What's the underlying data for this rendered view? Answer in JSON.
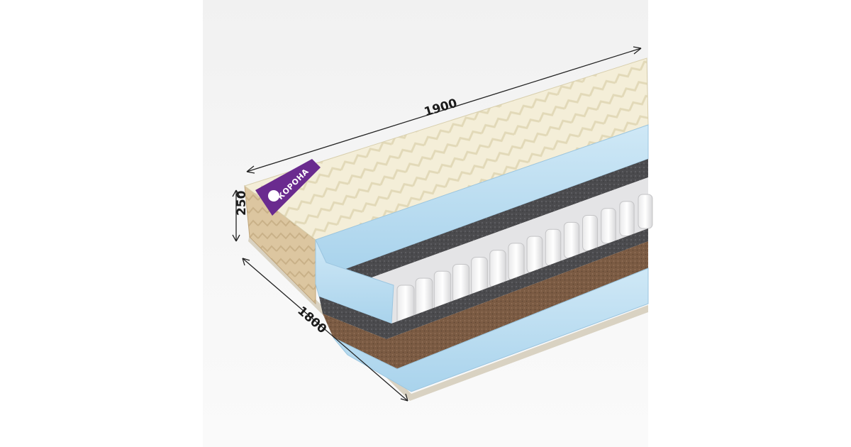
{
  "product": {
    "brand": "КОРОНА",
    "colors": {
      "cover": "#f2ecd4",
      "side_fabric": "#d9c39c",
      "foam_blue": "#bcdff2",
      "felt": "#4a4a4c",
      "coconut": "#7a5a42",
      "spring_pocket": "#f0f0f0",
      "label_purple": "#6a2b8f"
    }
  },
  "dimensions": {
    "length": "1900",
    "height": "250",
    "width": "1800"
  }
}
